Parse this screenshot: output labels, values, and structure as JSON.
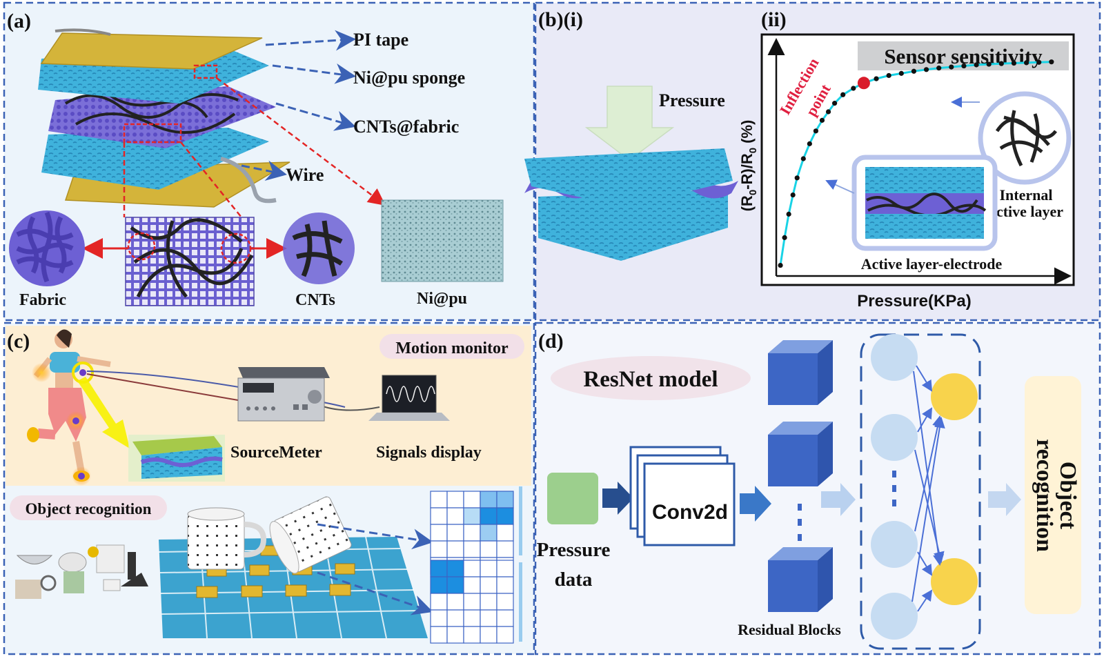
{
  "panels": {
    "a": {
      "label": "(a)",
      "layers": [
        "PI tape",
        "Ni@pu sponge",
        "CNTs@fabric",
        "Wire"
      ],
      "components": [
        "Fabric",
        "CNTs",
        "Ni@pu"
      ]
    },
    "b": {
      "label_i": "(b)(i)",
      "label_ii": "(ii)",
      "arrow_label": "Pressure",
      "chart_title": "Sensor sensitivity",
      "inflection_line1": "Inflection",
      "inflection_line2": "point",
      "inset_internal_line1": "Internal",
      "inset_internal_line2": "active layer",
      "inset_electrode": "Active layer-electrode"
    },
    "c": {
      "label": "(c)",
      "motion_monitor": "Motion monitor",
      "sourcemeter": "SourceMeter",
      "signals_display": "Signals display",
      "object_recognition": "Object recognition"
    },
    "d": {
      "label": "(d)",
      "model_name": "ResNet model",
      "input_line1": "Pressure",
      "input_line2": "data",
      "conv_label": "Conv2d",
      "residual_label": "Residual Blocks",
      "output_line1": "Object",
      "output_line2": "recognition"
    }
  },
  "chart_data": {
    "type": "scatter",
    "title": "Sensor sensitivity",
    "xlabel": "Pressure(KPa)",
    "ylabel": "(R0-R)/R0 (%)",
    "x": [
      0.0,
      0.1,
      0.2,
      0.3,
      0.4,
      0.55,
      0.7,
      0.85,
      1.0,
      1.15,
      1.3,
      1.5,
      1.75,
      2.0,
      2.3,
      2.6,
      2.9,
      3.2,
      3.5,
      3.8,
      4.1,
      4.4,
      4.7,
      5.0,
      5.3,
      5.6,
      5.9,
      6.2,
      6.5
    ],
    "y": [
      0.0,
      0.13,
      0.24,
      0.33,
      0.41,
      0.5,
      0.57,
      0.63,
      0.68,
      0.72,
      0.76,
      0.8,
      0.83,
      0.855,
      0.875,
      0.89,
      0.9,
      0.91,
      0.918,
      0.925,
      0.93,
      0.935,
      0.94,
      0.943,
      0.946,
      0.948,
      0.95,
      0.952,
      0.954
    ],
    "inflection_index": 13,
    "xlim": [
      -0.1,
      6.9
    ],
    "ylim": [
      -0.05,
      1.05
    ],
    "grid": false
  },
  "colors": {
    "border": "#3b62b5",
    "curve": "#19d3e6",
    "inflection": "#d91c2b",
    "inflection_text": "#e02040",
    "sponge": "#3fb2dc",
    "fabric": "#6d60d4",
    "tape": "#d4b43a",
    "cube": "#3d66c5",
    "node_light": "#c6dcf2",
    "node_yellow": "#f8d34c",
    "output_box": "#fff3d6",
    "input_box": "#9ccf8d"
  }
}
